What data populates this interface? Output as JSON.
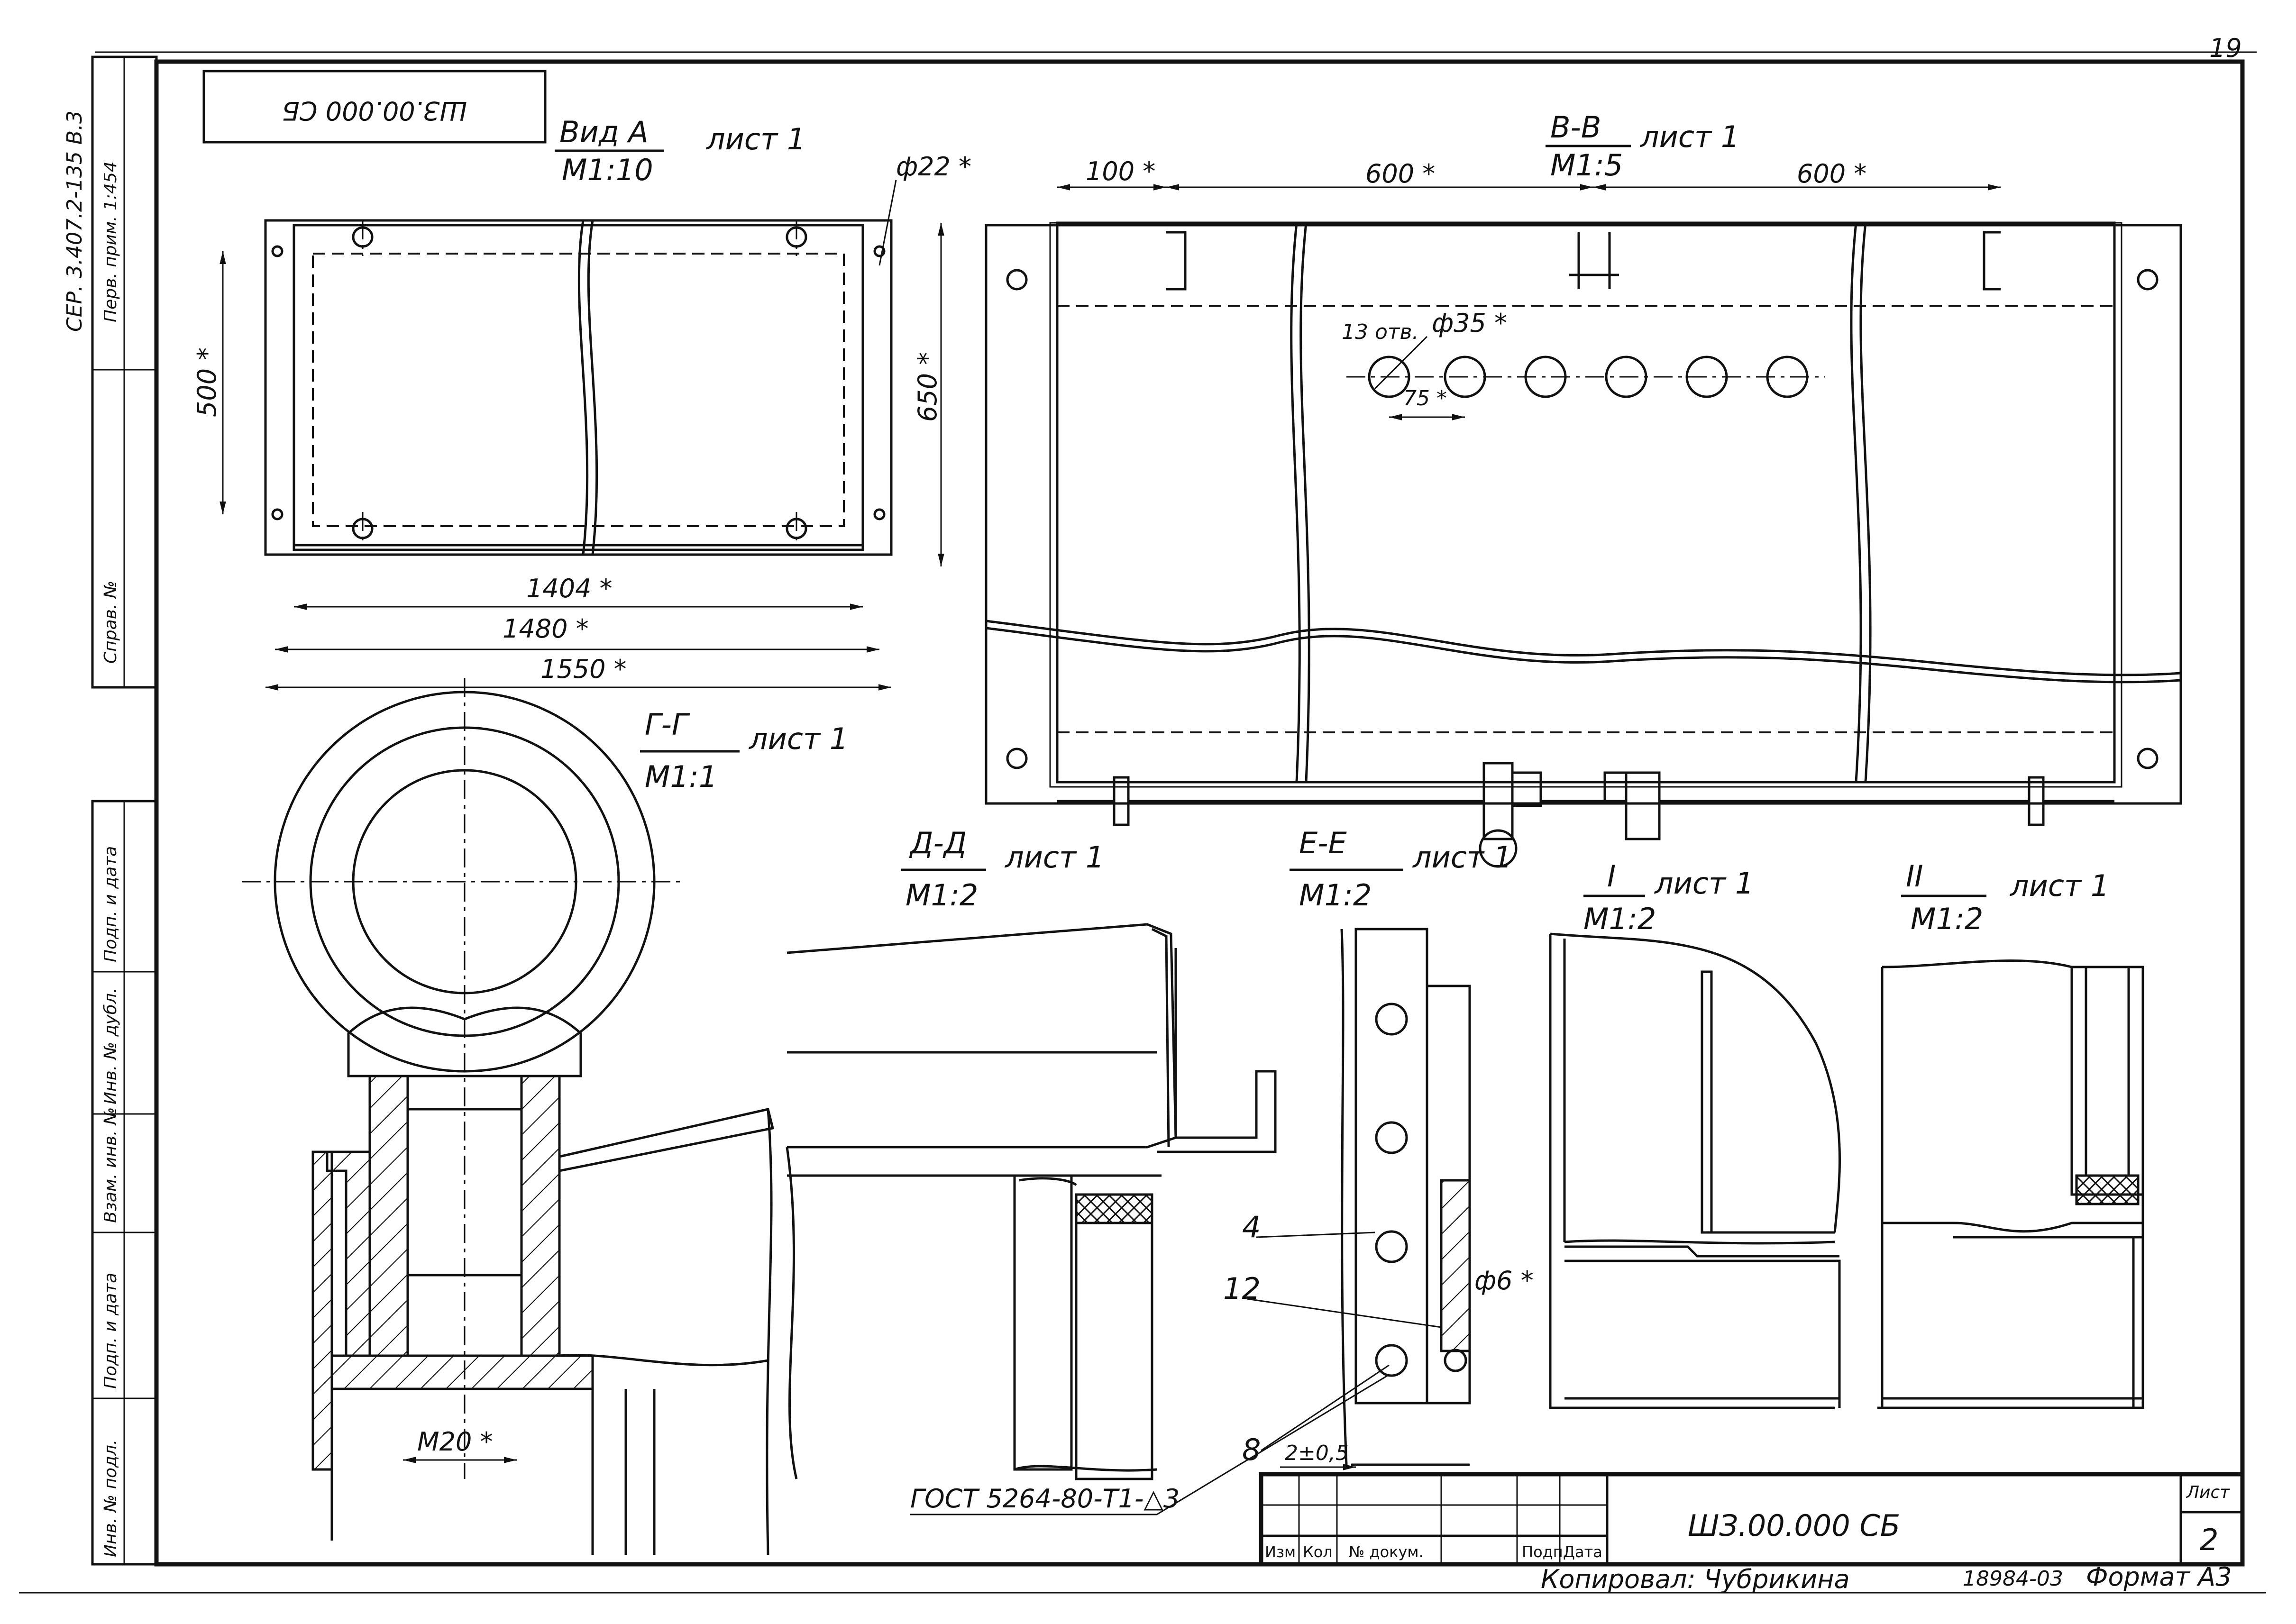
{
  "sheet": {
    "designation": "ШЗ.00.000 СБ",
    "designation_top": "ШЗ.00.000 СБ",
    "sheet_label": "Лист",
    "sheet_number": "2",
    "corner_number": "19",
    "series_code": "СЕР. 3.407.2-135 В.3",
    "series_note": "Перв. прим. 1:454",
    "left_stamp_top": "Справ. №",
    "left_stamp_cells": [
      "Подп. и дата",
      "Инв. № дубл.",
      "Взам. инв. №",
      "Подп. и дата",
      "Инв. № подл."
    ],
    "title_block_headers": [
      "Изм",
      "Кол",
      "№ докум.",
      "Подп.",
      "Дата"
    ],
    "copied_by": "Копировал: Чубрикина",
    "order_number": "18984-03",
    "format": "Формат А3"
  },
  "views": {
    "view_a": {
      "title": "Вид А",
      "scale": "М1:10",
      "ref": "лист 1",
      "dims": {
        "d22": "ф22 *",
        "h500": "500 *",
        "h650": "650 *",
        "w1404": "1404 *",
        "w1480": "1480 *",
        "w1550": "1550 *"
      }
    },
    "section_bb": {
      "title": "В-В",
      "scale": "М1:5",
      "ref": "лист 1",
      "dims": {
        "d100": "100 *",
        "d600a": "600 *",
        "d600b": "600 *",
        "holes": "13 отв.",
        "d35": "ф35 *",
        "pitch75": "75 *"
      }
    },
    "section_gg": {
      "title": "Г-Г",
      "scale": "М1:1",
      "ref": "лист 1",
      "thread": "М20 *"
    },
    "section_dd": {
      "title": "Д-Д",
      "scale": "М1:2",
      "ref": "лист 1"
    },
    "section_ee": {
      "title": "Е-Е",
      "scale": "М1:2",
      "ref": "лист 1",
      "callouts": [
        "4",
        "12",
        "8"
      ],
      "d6": "ф6 *",
      "gap": "2±0,5",
      "weld": "ГОСТ 5264-80-Т1-△3"
    },
    "detail_1": {
      "title": "I",
      "scale": "М1:2",
      "ref": "лист 1"
    },
    "detail_2": {
      "title": "II",
      "scale": "М1:2",
      "ref": "лист 1"
    }
  }
}
